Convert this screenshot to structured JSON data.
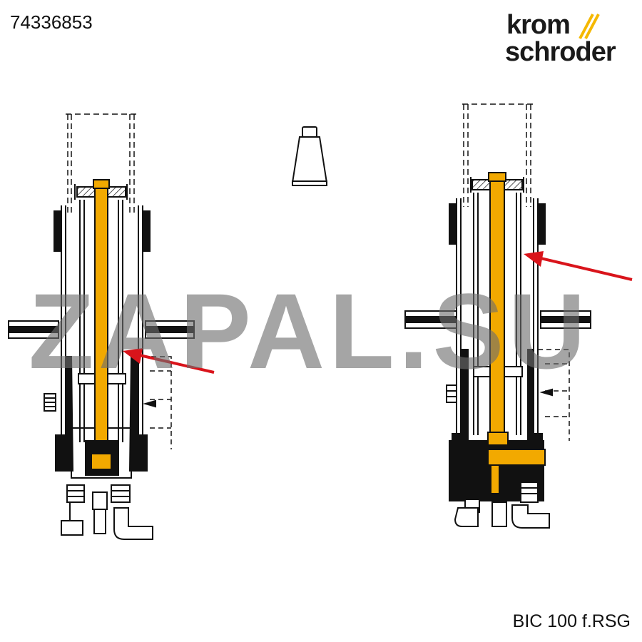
{
  "part_number": "74336853",
  "brand": {
    "line1": "krom",
    "line2": "schroder",
    "accent_color": "#f5b800",
    "text_color": "#1a1a1a"
  },
  "model_label": "BIC 100 f.RSG",
  "watermark": "ZAPAL.SU",
  "colors": {
    "electrode": "#f2a900",
    "outline": "#111111",
    "arrow": "#d9141b",
    "watermark": "#6e6e6e"
  },
  "icons": [
    "grease-tube-icon",
    "pointer-arrow-icon"
  ]
}
